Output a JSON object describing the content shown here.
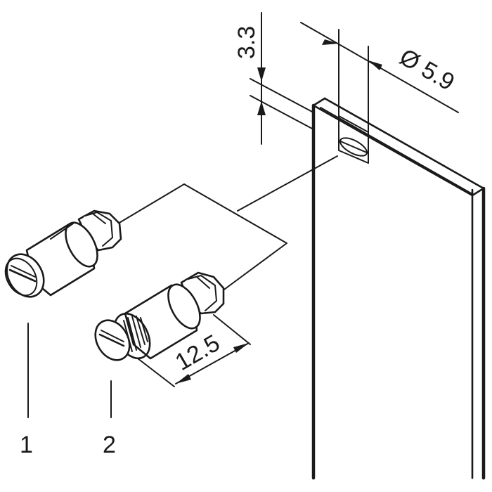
{
  "dimensions": {
    "depth_label": "3.3",
    "diameter_label": "Ø 5.9",
    "length_label": "12.5"
  },
  "callouts": {
    "item_1": "1",
    "item_2": "2"
  }
}
